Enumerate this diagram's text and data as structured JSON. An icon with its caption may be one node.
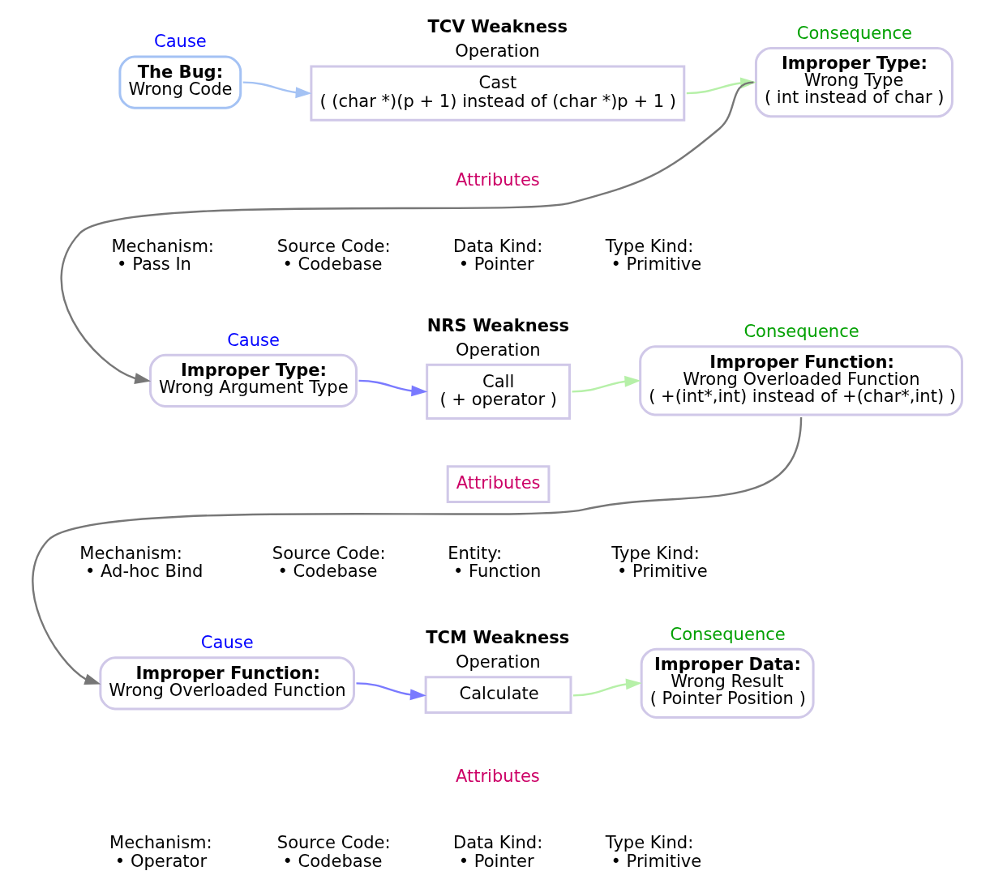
{
  "diagram": {
    "nodes": [
      {
        "text": [
          "The Bug:",
          "Wrong Code"
        ],
        "beside": [
          "Cause"
        ]
      },
      {
        "text": [
          "Cast",
          "( (char *)(p + 1) instead of (char *)p + 1 )"
        ],
        "beside": [
          "TCV Weakness",
          "Operation"
        ]
      },
      {
        "text": [
          "Improper Type:",
          "Wrong Type",
          "( int instead of char )"
        ],
        "beside": [
          "Consequence"
        ]
      },
      {
        "text": [
          "Improper Type:",
          "Wrong Argument Type"
        ],
        "beside": [
          "Cause"
        ]
      },
      {
        "text": [
          "Call",
          "( + operator )"
        ],
        "beside": [
          "NRS Weakness",
          "Operation"
        ]
      },
      {
        "text": [
          "Improper Function:",
          "Wrong Overloaded Function",
          "( +(int*,int) instead of +(char*,int) )"
        ],
        "beside": [
          "Consequence"
        ]
      },
      {
        "text": [
          "Attributes"
        ]
      },
      {
        "text": [
          "Improper Function:",
          "Wrong Overloaded Function"
        ],
        "beside": [
          "Cause"
        ]
      },
      {
        "text": [
          "Calculate"
        ],
        "beside": [
          "TCM Weakness",
          "Operation"
        ]
      },
      {
        "text": [
          "Improper Data:",
          "Wrong Result",
          "( Pointer Position )"
        ],
        "beside": [
          "Consequence"
        ]
      }
    ],
    "edges": [
      {
        "from": 0,
        "to": 1,
        "arrow": "to",
        "color": "#a4c2f4"
      },
      {
        "from": 1,
        "to": 2,
        "arrow": "to",
        "color": "#b6f0a8"
      },
      {
        "from": 2,
        "to": 3,
        "arrow": "to",
        "color": "#777777"
      },
      {
        "from": 3,
        "to": 4,
        "arrow": "to",
        "color": "#7a7aff"
      },
      {
        "from": 4,
        "to": 5,
        "arrow": "to",
        "color": "#b6f0a8"
      },
      {
        "from": 5,
        "to": 7,
        "arrow": "to",
        "color": "#777777"
      },
      {
        "from": 7,
        "to": 8,
        "arrow": "to",
        "color": "#7a7aff"
      },
      {
        "from": 8,
        "to": 9,
        "arrow": "to",
        "color": "#b6f0a8"
      }
    ],
    "labels": [
      "Attributes",
      "Mechanism:",
      "Source Code:",
      "Data Kind:",
      "Type Kind:",
      "• Pass In",
      "• Codebase",
      "• Pointer",
      "• Primitive",
      "Mechanism:",
      "Source Code:",
      "Entity:",
      "Type Kind:",
      "• Ad-hoc Bind",
      "• Codebase",
      "• Function",
      "• Primitive",
      "Attributes",
      "Mechanism:",
      "Source Code:",
      "Data Kind:",
      "Type Kind:",
      "• Operator",
      "• Codebase",
      "• Pointer",
      "• Primitive"
    ]
  }
}
